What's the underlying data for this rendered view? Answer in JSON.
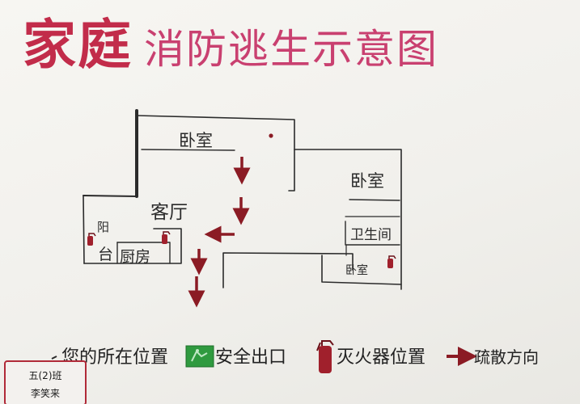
{
  "title": {
    "part1": "家庭",
    "part2": "消防逃生示意图"
  },
  "rooms": {
    "bedroom_top": "卧室",
    "bedroom_right": "卧室",
    "living_room": "客厅",
    "bathroom": "卫生间",
    "bedroom_small": "卧室",
    "balcony_1": "阳",
    "balcony_2": "台",
    "kitchen": "厨房"
  },
  "legend": {
    "position": "您的所在位置",
    "exit": "安全出口",
    "extinguisher": "灭火器位置",
    "direction": "疏散方向"
  },
  "signature": {
    "class": "五(2)班",
    "name": "李笑来"
  },
  "colors": {
    "title": "#c22c4a",
    "arrow": "#8b1b24",
    "exit_green": "#2f9a3f",
    "ink": "#2a2a2a"
  },
  "icons": [
    "person-dot-icon",
    "exit-sign-icon",
    "fire-extinguisher-icon",
    "arrow-icon"
  ]
}
